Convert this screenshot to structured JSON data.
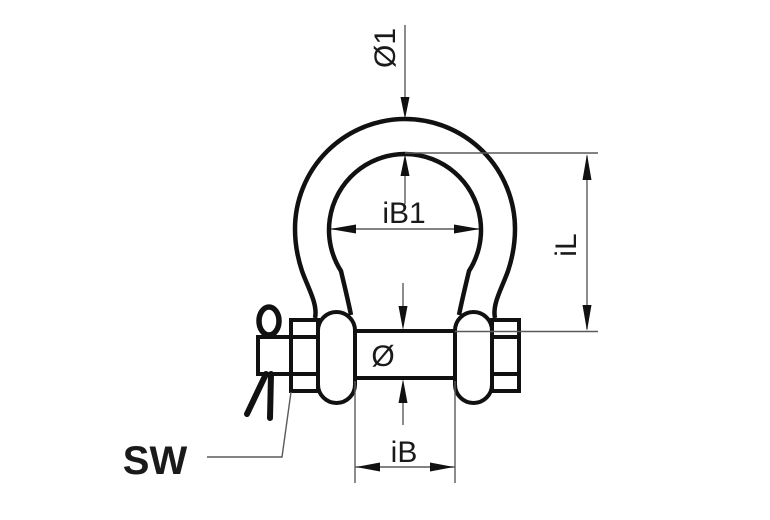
{
  "drawing": {
    "title": "bow-shackle-dimension-drawing",
    "labels": {
      "bow_material_diameter": "Ø1",
      "inner_bow_width": "iB1",
      "inner_length": "iL",
      "pin_diameter": "Ø",
      "inner_jaw_width": "iB",
      "wrench_size": "SW"
    },
    "colors": {
      "outline": "#111111",
      "dimension_line": "#5a5a5a",
      "text": "#1a1a1a",
      "background": "#ffffff"
    }
  }
}
